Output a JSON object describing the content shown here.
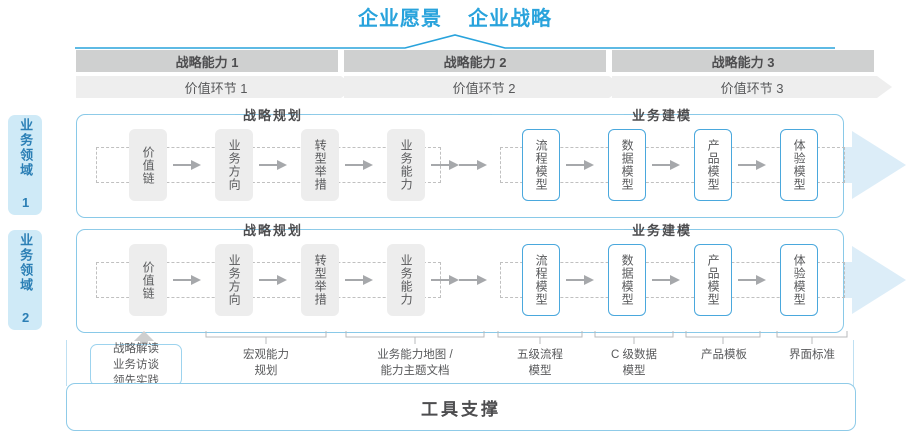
{
  "header": {
    "vision": "企业愿景",
    "strategy": "企业战略"
  },
  "capabilities": [
    {
      "label": "战略能力 1"
    },
    {
      "label": "战略能力 2"
    },
    {
      "label": "战略能力 3"
    }
  ],
  "value_chain": [
    {
      "label": "价值环节 1"
    },
    {
      "label": "价值环节 2"
    },
    {
      "label": "价值环节 3"
    }
  ],
  "domains": [
    {
      "label": "业务领域 1"
    },
    {
      "label": "业务领域 2"
    }
  ],
  "rows": [
    {
      "sections": [
        {
          "title": "战略规划"
        },
        {
          "title": "业务建模"
        }
      ],
      "nodes": [
        {
          "label": "价值链",
          "style": "gray"
        },
        {
          "label": "业务方向",
          "style": "gray"
        },
        {
          "label": "转型举措",
          "style": "gray"
        },
        {
          "label": "业务能力",
          "style": "gray"
        },
        {
          "label": "流程模型",
          "style": "blue"
        },
        {
          "label": "数据模型",
          "style": "blue"
        },
        {
          "label": "产品模型",
          "style": "blue"
        },
        {
          "label": "体验模型",
          "style": "blue"
        }
      ]
    },
    {
      "sections": [
        {
          "title": "战略规划"
        },
        {
          "title": "业务建模"
        }
      ],
      "nodes": [
        {
          "label": "价值链",
          "style": "gray"
        },
        {
          "label": "业务方向",
          "style": "gray"
        },
        {
          "label": "转型举措",
          "style": "gray"
        },
        {
          "label": "业务能力",
          "style": "gray"
        },
        {
          "label": "流程模型",
          "style": "blue"
        },
        {
          "label": "数据模型",
          "style": "blue"
        },
        {
          "label": "产品模型",
          "style": "blue"
        },
        {
          "label": "体验模型",
          "style": "blue"
        }
      ]
    }
  ],
  "tool_box": {
    "line1": "战略解读",
    "line2": "业务访谈",
    "line3": "领先实践"
  },
  "bottom_labels": [
    {
      "line1": "宏观能力",
      "line2": "规划"
    },
    {
      "line1": "业务能力地图 /",
      "line2": "能力主题文档"
    },
    {
      "line1": "五级流程",
      "line2": "模型"
    },
    {
      "line1": "C 级数据",
      "line2": "模型"
    },
    {
      "line1": "产品模板",
      "line2": ""
    },
    {
      "line1": "界面标准",
      "line2": ""
    }
  ],
  "support": {
    "label": "工具支撑"
  },
  "colors": {
    "accent_blue": "#29a3dc",
    "node_blue_border": "#4aa8dd",
    "band_dark": "#cfd0d0",
    "band_light": "#eeeeee",
    "domain_bg": "#cfeaf7",
    "text_dark": "#4d4d4f",
    "text_gray": "#58595b"
  }
}
